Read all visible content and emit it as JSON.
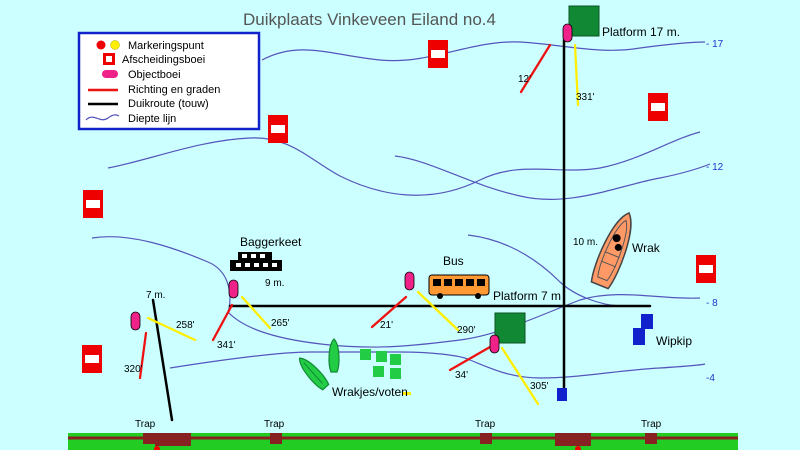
{
  "title": "Duikplaats Vinkeveen Eiland no.4",
  "colors": {
    "water": "#ccffff",
    "depth_line": "#5555bb",
    "direction": "#ee1111",
    "route": "#000000",
    "object_buoy": "#ee2288",
    "platform": "#118833",
    "shore": "#22cc22",
    "jetty": "#882222",
    "marker_red": "#ee0000",
    "marker_yellow": "#ffee00",
    "bus": "#ff9933",
    "wipkip": "#1122cc"
  },
  "legend": {
    "markeringspunt": "Markeringspunt",
    "afscheidingsboei": "Afscheidingsboei",
    "objectboei": "Objectboei",
    "richting": "Richting en graden",
    "duikroute": "Duikroute (touw)",
    "diepte": "Diepte lijn"
  },
  "depths": {
    "d17": "- 17",
    "d12": "- 12",
    "d8": "- 8",
    "d4": "-4"
  },
  "objects": {
    "platform17": "Platform 17 m.",
    "platform7": "Platform 7 m",
    "baggerkeet": "Baggerkeet",
    "baggerkeet_depth": "9 m.",
    "bus": "Bus",
    "wrak": "Wrak",
    "wrak_depth": "10 m.",
    "wipkip": "Wipkip",
    "wrakjes": "Wrakjes/voten",
    "left_depth": "7 m."
  },
  "bearings": {
    "b12": "12'",
    "b331": "331'",
    "b258": "258'",
    "b341": "341'",
    "b320": "320'",
    "b265": "265'",
    "b21": "21'",
    "b290": "290'",
    "b34": "34'",
    "b305": "305'"
  },
  "trap_labels": [
    "Trap",
    "Trap",
    "Trap",
    "Trap"
  ]
}
